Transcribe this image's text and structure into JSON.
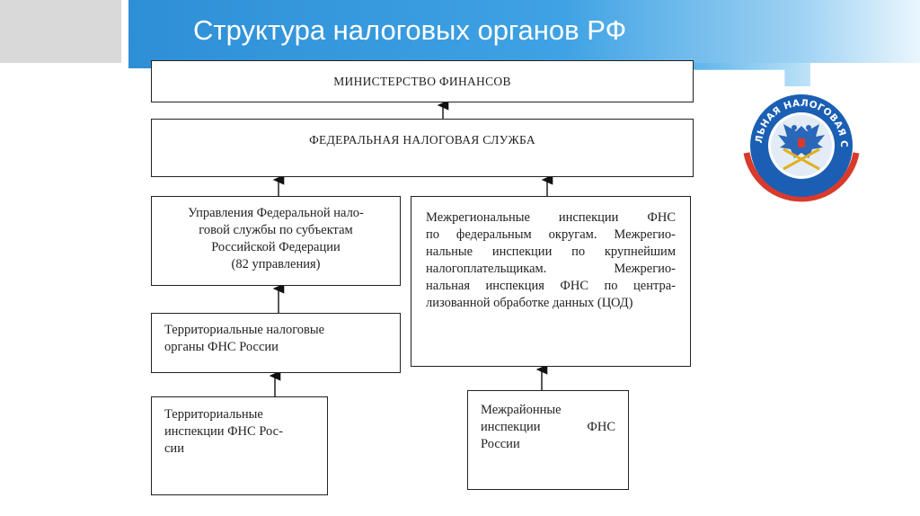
{
  "slide": {
    "title": "Структура налоговых органов РФ"
  },
  "emblem": {
    "ring_text": "ФЕДЕРАЛЬНАЯ НАЛОГОВАЯ СЛУЖБА"
  },
  "diagram": {
    "ministry": "МИНИСТЕРСТВО ФИНАНСОВ",
    "fns": "ФЕДЕРАЛЬНАЯ НАЛОГОВАЯ СЛУЖБА",
    "regional": {
      "lines": [
        "Управления Федеральной нало-",
        "говой службы по субъектам",
        "Российской Федерации",
        "(82 управления)"
      ]
    },
    "interregional": {
      "lines": [
        "Межрегиональные инспекции ФНС",
        "по федеральным округам. Межрегио-",
        "нальные инспекции по крупнейшим",
        "налогоплательщикам. Межрегио-",
        "нальная инспекция ФНС по центра-",
        "лизованной обработке данных (ЦОД)"
      ]
    },
    "territorial_organs": {
      "lines": [
        "Территориальные налоговые",
        "органы ФНС России"
      ]
    },
    "territorial_inspections": {
      "lines": [
        "Территориальные",
        "инспекции ФНС Рос-",
        "сии"
      ]
    },
    "district_inspections": {
      "lines": [
        "Межрайонные",
        "инспекции ФНС",
        "России"
      ]
    }
  },
  "colors": {
    "header_blue": "#2e8fd6",
    "header_light": "#9fd2f3",
    "gray_block": "#d9d9d9",
    "emblem_blue": "#1a5fb4",
    "emblem_red": "#d93a2b"
  }
}
